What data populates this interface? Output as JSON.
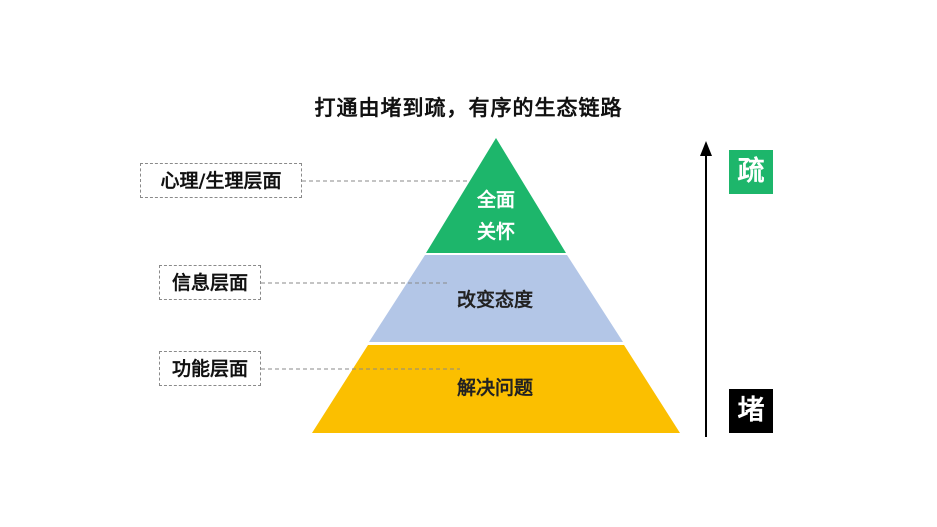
{
  "title": "打通由堵到疏，有序的生态链路",
  "pyramid": {
    "top": {
      "line1": "全面",
      "line2": "关怀",
      "color": "#1db66b"
    },
    "middle": {
      "label": "改变态度",
      "color": "#b3c6e7"
    },
    "bottom": {
      "label": "解决问题",
      "color": "#fbbf00"
    }
  },
  "side_labels": {
    "top": "心理/生理层面",
    "middle": "信息层面",
    "bottom": "功能层面"
  },
  "arrow": {
    "top_badge": "疏",
    "bottom_badge": "堵",
    "top_badge_color": "#1db66b",
    "bottom_badge_color": "#000000"
  }
}
